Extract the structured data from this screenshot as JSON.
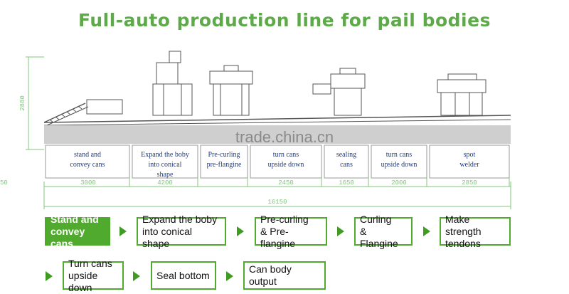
{
  "title": "Full-auto production line for pail bodies",
  "watermark": "trade.china.cn",
  "drawing": {
    "height_dim": "2880",
    "total_dim": "16150",
    "stations": [
      {
        "label": "stand  and\nconvey cans",
        "dim": "3000"
      },
      {
        "label": "Expand the boby\ninto conical\nshape",
        "dim": "4200"
      },
      {
        "label": "Pre-curling\npre-flangine",
        "dim": "2450"
      },
      {
        "label": "turn cans\nupside down",
        "dim": ""
      },
      {
        "label": "sealing\ncans",
        "dim": "1650"
      },
      {
        "label": "turn cans\nupside down",
        "dim": "2000"
      },
      {
        "label": "spot\nwelder",
        "dim": "2850"
      }
    ]
  },
  "flow": {
    "steps": [
      "Stand and\nconvey cans",
      "Expand the boby\ninto conical shape",
      "Pre-curling\n& Pre-flangine",
      "Curling\n& Flangine",
      "Make strength\ntendons",
      "Turn cans\nupside down",
      "Seal  bottom",
      "Can body output"
    ]
  },
  "colors": {
    "accent": "#4faa2e",
    "title": "#5ea94a",
    "drawing_line": "#555555",
    "dim_line": "#7fc77a"
  }
}
